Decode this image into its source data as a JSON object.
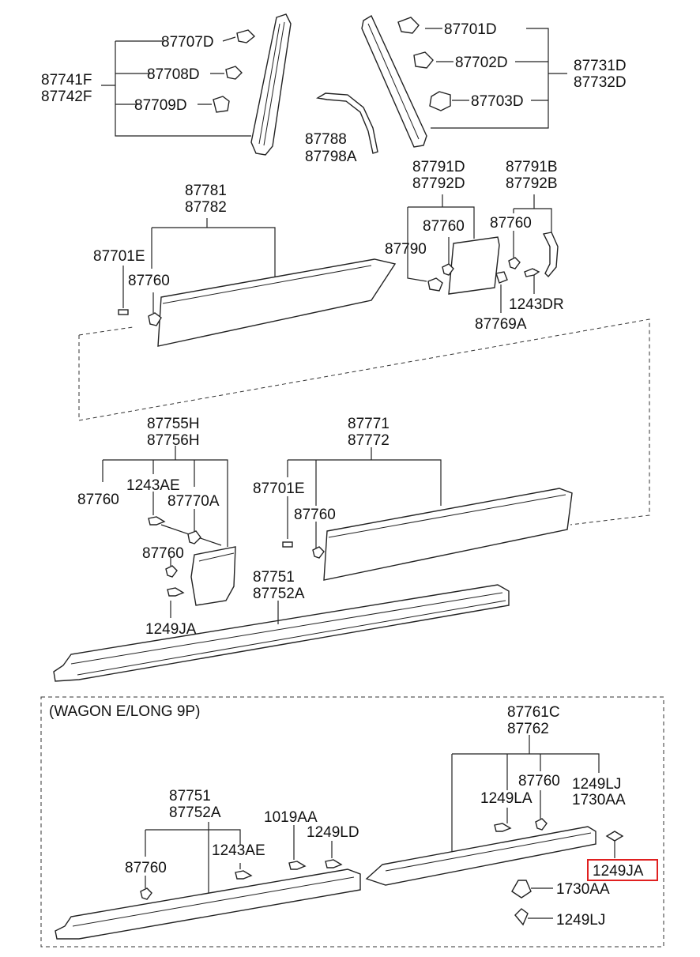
{
  "labels": {
    "p87707D": "87707D",
    "p87708D": "87708D",
    "p87709D": "87709D",
    "p87741F": "87741F",
    "p87742F": "87742F",
    "p87701D": "87701D",
    "p87702D": "87702D",
    "p87703D": "87703D",
    "p87731D": "87731D",
    "p87732D": "87732D",
    "p87788": "87788",
    "p87798A": "87798A",
    "p87781": "87781",
    "p87782": "87782",
    "p87701E_a": "87701E",
    "p87760_a": "87760",
    "p87791D": "87791D",
    "p87792D": "87792D",
    "p87760_b": "87760",
    "p87790": "87790",
    "p87769A": "87769A",
    "p87791B": "87791B",
    "p87792B": "87792B",
    "p87760_c": "87760",
    "p1243DR": "1243DR",
    "p87755H": "87755H",
    "p87756H": "87756H",
    "p87760_d": "87760",
    "p1243AE_a": "1243AE",
    "p87770A": "87770A",
    "p87760_e": "87760",
    "p1249JA_a": "1249JA",
    "p87771": "87771",
    "p87772": "87772",
    "p87701E_b": "87701E",
    "p87760_f": "87760",
    "p87751_a": "87751",
    "p87752A_a": "87752A",
    "wagon_note": "(WAGON E/LONG 9P)",
    "p87761C": "87761C",
    "p87762": "87762",
    "p87760_g": "87760",
    "p1249LA": "1249LA",
    "p1249LJ_a": "1249LJ",
    "p1730AA_a": "1730AA",
    "p1249JA_b": "1249JA",
    "p1730AA_b": "1730AA",
    "p1249LJ_b": "1249LJ",
    "p87751_b": "87751",
    "p87752A_b": "87752A",
    "p1019AA": "1019AA",
    "p1249LD": "1249LD",
    "p1243AE_b": "1243AE",
    "p87760_h": "87760"
  },
  "colors": {
    "highlight": "#e02020",
    "line": "#222222"
  }
}
